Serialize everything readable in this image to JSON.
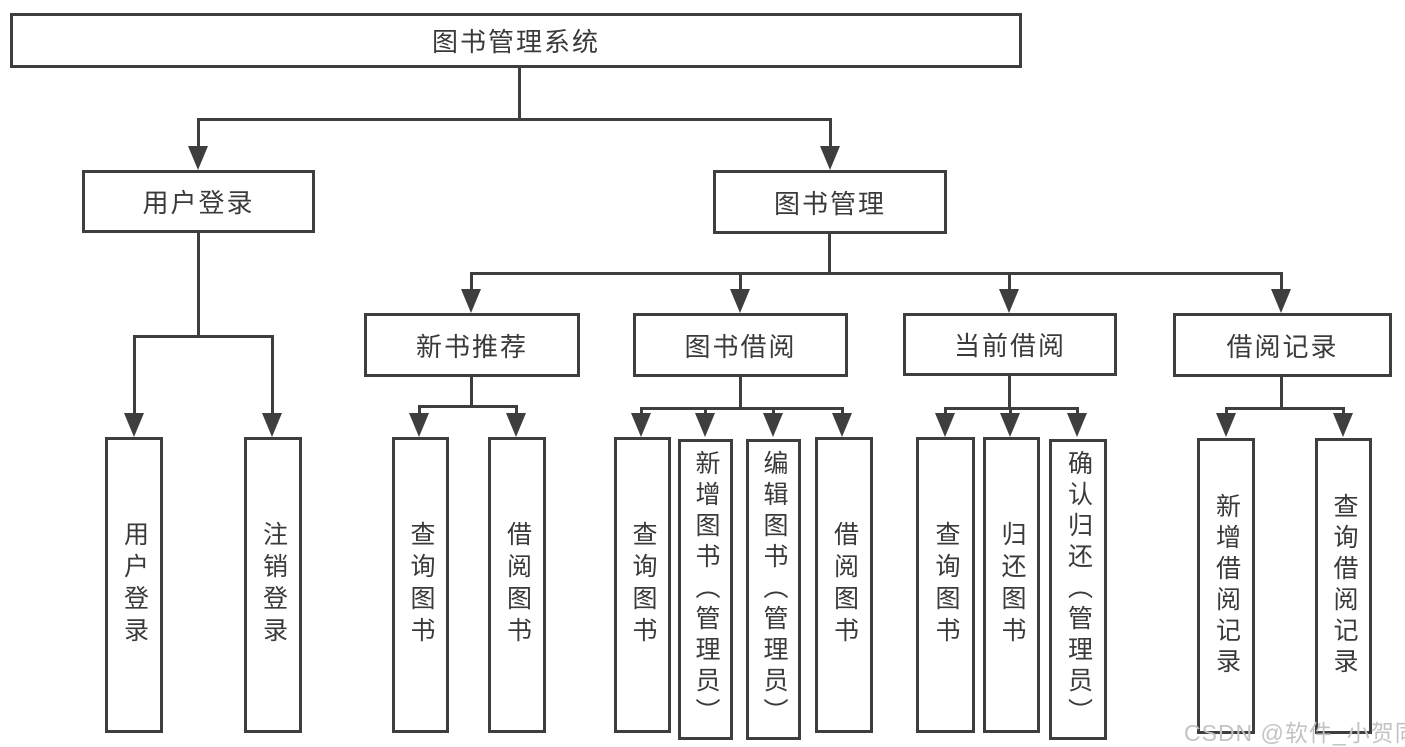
{
  "diagram": {
    "type": "hierarchy",
    "root": "图书管理系统",
    "level2": [
      "用户登录",
      "图书管理"
    ],
    "level3": [
      "新书推荐",
      "图书借阅",
      "当前借阅",
      "借阅记录"
    ],
    "leaves": [
      "用户登录",
      "注销登录",
      "查询图书",
      "借阅图书",
      "查询图书",
      "新增图书（管理员）",
      "编辑图书（管理员）",
      "借阅图书",
      "查询图书",
      "归还图书",
      "确认归还（管理员）",
      "新增借阅记录",
      "查询借阅记录"
    ],
    "structure": {
      "图书管理系统": [
        "用户登录",
        "图书管理"
      ],
      "用户登录": [
        "用户登录",
        "注销登录"
      ],
      "图书管理": [
        "新书推荐",
        "图书借阅",
        "当前借阅",
        "借阅记录"
      ],
      "新书推荐": [
        "查询图书",
        "借阅图书"
      ],
      "图书借阅": [
        "查询图书",
        "新增图书（管理员）",
        "编辑图书（管理员）",
        "借阅图书"
      ],
      "当前借阅": [
        "查询图书",
        "归还图书",
        "确认归还（管理员）"
      ],
      "借阅记录": [
        "新增借阅记录",
        "查询借阅记录"
      ]
    },
    "watermark": "CSDN @软件_小贺同学",
    "colors": {
      "line": "#3e3e3e",
      "text": "#3a3a3a",
      "watermark": "#c3c3c3",
      "background": "#ffffff"
    }
  }
}
